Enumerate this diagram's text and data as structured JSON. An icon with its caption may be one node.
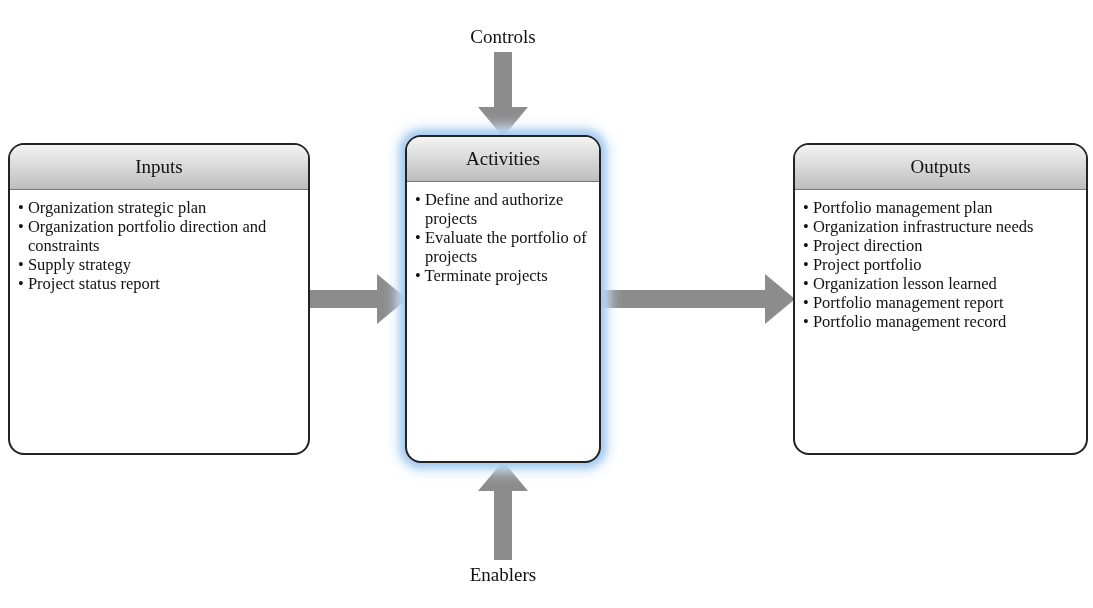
{
  "diagram": {
    "nodes": [
      {
        "text": [
          "Controls"
        ]
      },
      {
        "text": [
          "Inputs",
          "• Organization strategic plan",
          "• Organization portfolio direction and constraints",
          "• Supply strategy",
          "• Project status report"
        ]
      },
      {
        "text": [
          "Activities",
          "• Define and authorize projects",
          "• Evaluate the portfolio of projects",
          "• Terminate projects"
        ]
      },
      {
        "text": [
          "Outputs",
          "• Portfolio management plan",
          "• Organization infrastructure needs",
          "• Project direction",
          "• Project portfolio",
          "• Organization lesson learned",
          "• Portfolio management report",
          "• Portfolio management record"
        ]
      },
      {
        "text": [
          "Enablers"
        ]
      }
    ],
    "edges": [
      {
        "from": 1,
        "to": 2,
        "arrow": "to"
      },
      {
        "from": 2,
        "to": 3,
        "arrow": "to"
      },
      {
        "from": 0,
        "to": 2,
        "arrow": "to"
      },
      {
        "from": 4,
        "to": 2,
        "arrow": "to"
      }
    ]
  }
}
